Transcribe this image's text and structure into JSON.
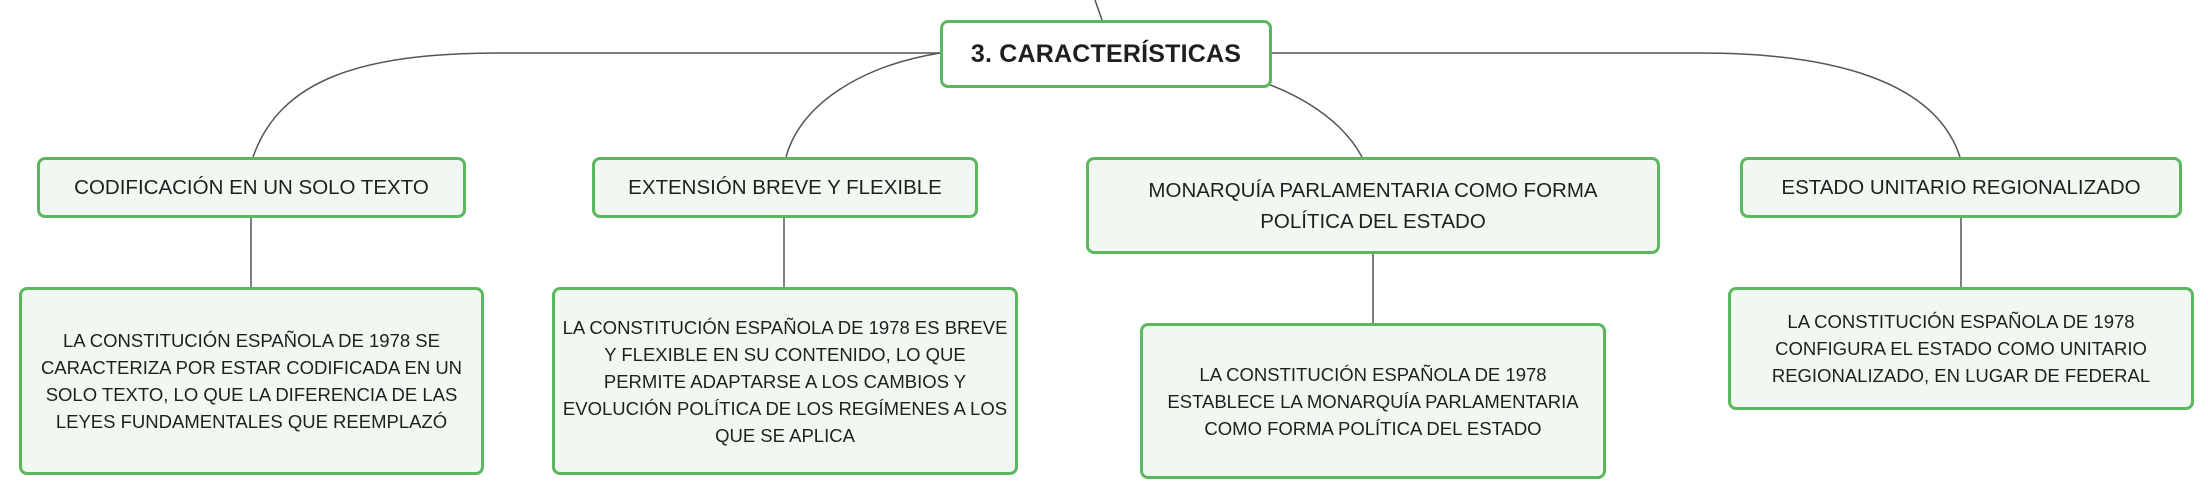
{
  "root": {
    "label": "3. CARACTERÍSTICAS"
  },
  "branches": [
    {
      "label": "CODIFICACIÓN EN UN SOLO TEXTO",
      "detail": "LA CONSTITUCIÓN ESPAÑOLA DE 1978 SE CARACTERIZA POR ESTAR CODIFICADA EN UN SOLO TEXTO, LO QUE LA DIFERENCIA DE LAS LEYES FUNDAMENTALES QUE REEMPLAZÓ"
    },
    {
      "label": "EXTENSIÓN BREVE Y FLEXIBLE",
      "detail": "LA CONSTITUCIÓN ESPAÑOLA DE 1978 ES BREVE Y FLEXIBLE EN SU CONTENIDO, LO QUE PERMITE ADAPTARSE A LOS CAMBIOS Y EVOLUCIÓN POLÍTICA DE LOS REGÍMENES A LOS QUE SE APLICA"
    },
    {
      "label": "MONARQUÍA PARLAMENTARIA COMO FORMA POLÍTICA DEL ESTADO",
      "detail": "LA CONSTITUCIÓN ESPAÑOLA DE 1978 ESTABLECE LA MONARQUÍA PARLAMENTARIA COMO FORMA POLÍTICA DEL ESTADO"
    },
    {
      "label": "ESTADO UNITARIO REGIONALIZADO",
      "detail": "LA CONSTITUCIÓN ESPAÑOLA DE 1978 CONFIGURA EL ESTADO COMO UNITARIO REGIONALIZADO, EN LUGAR DE FEDERAL"
    }
  ],
  "colors": {
    "border": "#5cb85f",
    "fill": "#f1f8f1",
    "line": "#555555"
  }
}
